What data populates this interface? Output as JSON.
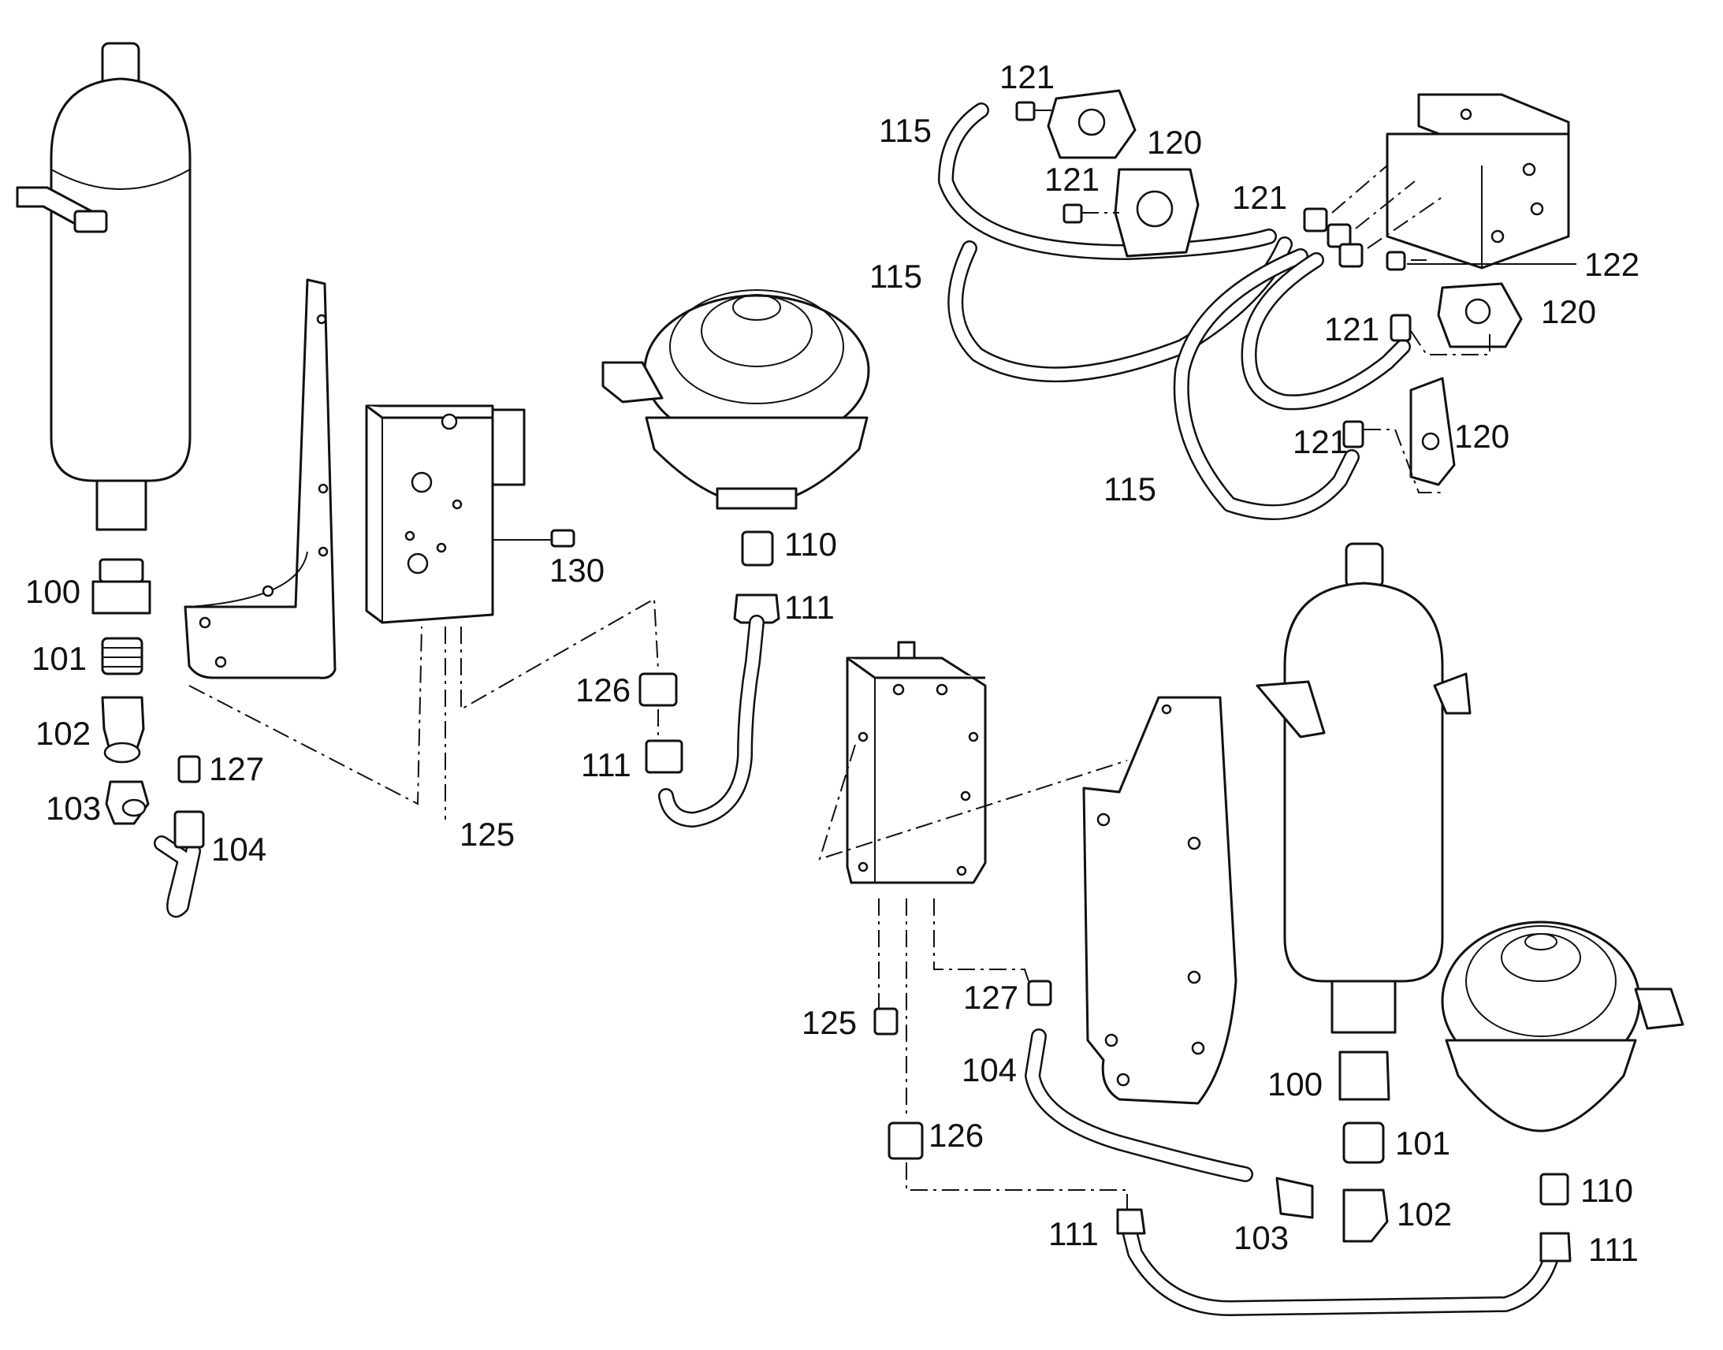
{
  "figure": {
    "labels": [
      {
        "id": "l100a",
        "text": "100"
      },
      {
        "id": "l101a",
        "text": "101"
      },
      {
        "id": "l102a",
        "text": "102"
      },
      {
        "id": "l103a",
        "text": "103"
      },
      {
        "id": "l104a",
        "text": "104"
      },
      {
        "id": "l127a",
        "text": "127"
      },
      {
        "id": "l125a",
        "text": "125"
      },
      {
        "id": "l130",
        "text": "130"
      },
      {
        "id": "l110a",
        "text": "110"
      },
      {
        "id": "l111a",
        "text": "111"
      },
      {
        "id": "l126a",
        "text": "126"
      },
      {
        "id": "l111b",
        "text": "111"
      },
      {
        "id": "l121a",
        "text": "121"
      },
      {
        "id": "l115a",
        "text": "115"
      },
      {
        "id": "l120a",
        "text": "120"
      },
      {
        "id": "l121b",
        "text": "121"
      },
      {
        "id": "l121c",
        "text": "121"
      },
      {
        "id": "l115b",
        "text": "115"
      },
      {
        "id": "l122",
        "text": "122"
      },
      {
        "id": "l121d",
        "text": "121"
      },
      {
        "id": "l120b",
        "text": "120"
      },
      {
        "id": "l121e",
        "text": "121"
      },
      {
        "id": "l120c",
        "text": "120"
      },
      {
        "id": "l115c",
        "text": "115"
      },
      {
        "id": "l127b",
        "text": "127"
      },
      {
        "id": "l125b",
        "text": "125"
      },
      {
        "id": "l104b",
        "text": "104"
      },
      {
        "id": "l126b",
        "text": "126"
      },
      {
        "id": "l100b",
        "text": "100"
      },
      {
        "id": "l101b",
        "text": "101"
      },
      {
        "id": "l102b",
        "text": "102"
      },
      {
        "id": "l103b",
        "text": "103"
      },
      {
        "id": "l110b",
        "text": "110"
      },
      {
        "id": "l111c",
        "text": "111"
      },
      {
        "id": "l111d",
        "text": "111"
      }
    ]
  }
}
